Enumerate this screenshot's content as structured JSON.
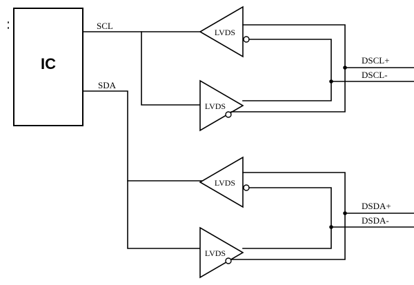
{
  "ic": {
    "label": "IC"
  },
  "signals": {
    "scl": "SCL",
    "sda": "SDA",
    "dscl_plus": "DSCL+",
    "dscl_minus": "DSCL-",
    "dsda_plus": "DSDA+",
    "dsda_minus": "DSDA-"
  },
  "buffers": [
    {
      "label": "LVDS"
    },
    {
      "label": "LVDS"
    },
    {
      "label": "LVDS"
    },
    {
      "label": "LVDS"
    }
  ]
}
